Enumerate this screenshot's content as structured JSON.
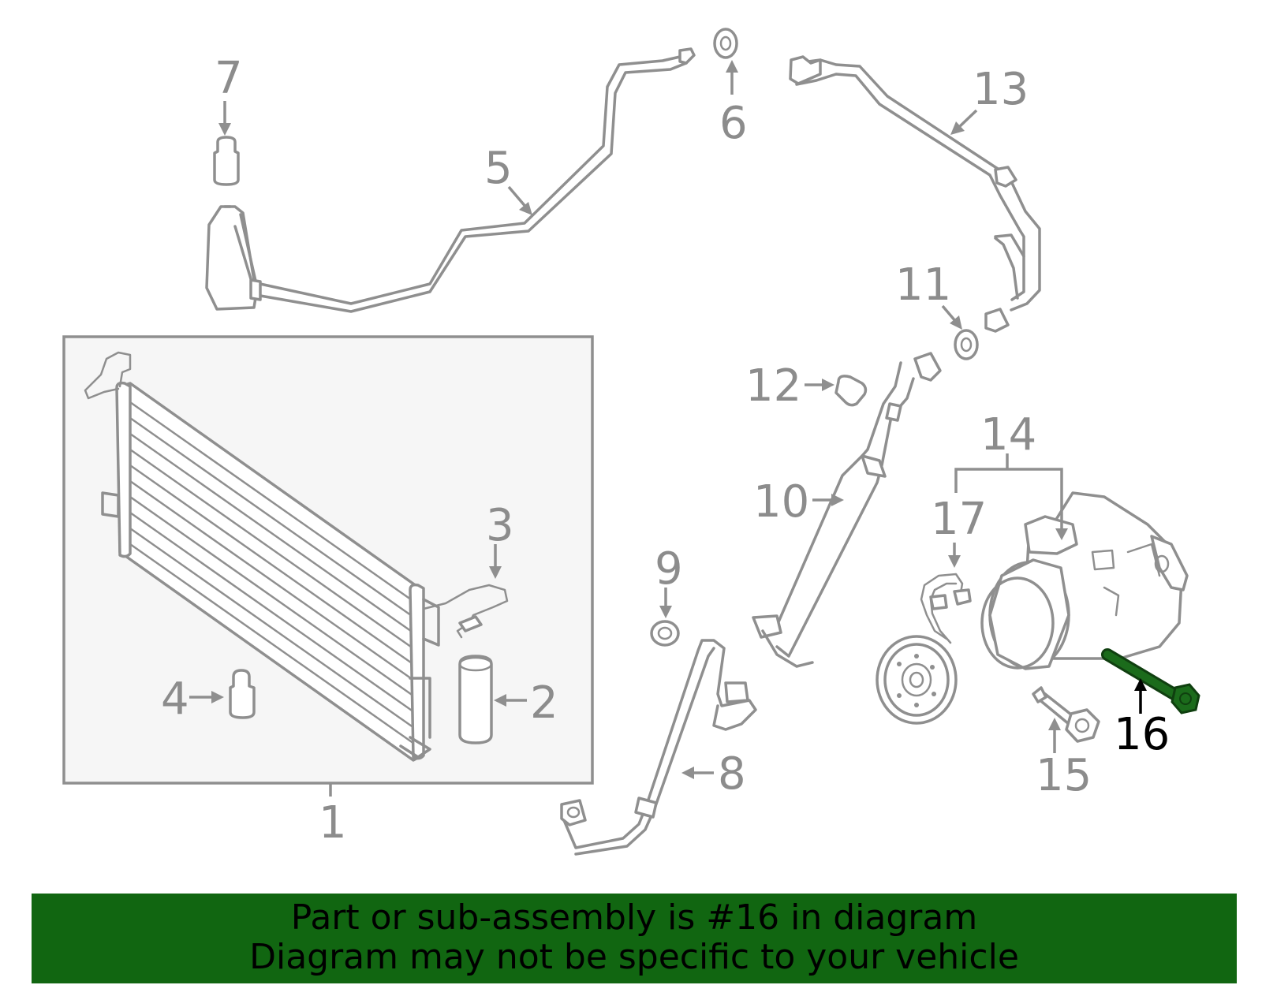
{
  "diagram": {
    "callouts": {
      "c1": "1",
      "c2": "2",
      "c3": "3",
      "c4": "4",
      "c5": "5",
      "c6": "6",
      "c7": "7",
      "c8": "8",
      "c9": "9",
      "c10": "10",
      "c11": "11",
      "c12": "12",
      "c13": "13",
      "c14": "14",
      "c15": "15",
      "c16": "16",
      "c17": "17"
    },
    "highlighted_part": "16",
    "colors": {
      "part_outline": "#8f8f8f",
      "highlight_part": "#1b6b1b",
      "highlight_label": "#000000",
      "assembly_box": "#f6f6f6",
      "banner": "#116611"
    }
  },
  "footer": {
    "line1": "Part or sub-assembly is #16 in diagram",
    "line2": "Diagram may not be specific to your vehicle"
  }
}
